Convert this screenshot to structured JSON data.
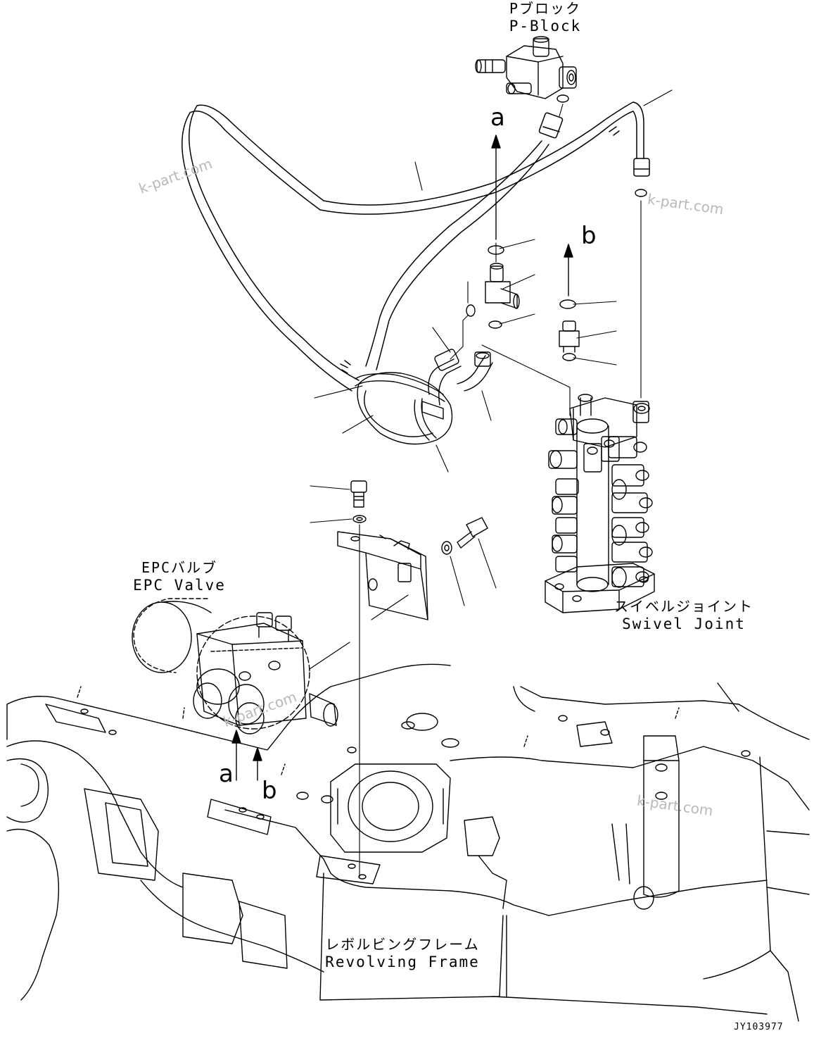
{
  "labels": {
    "p_block_jp": "Pブロック",
    "p_block_en": "P-Block",
    "epc_valve_jp": "EPCバルブ",
    "epc_valve_en": "EPC Valve",
    "swivel_joint_jp": "スイベルジョイント",
    "swivel_joint_en": "Swivel Joint",
    "revolving_frame_jp": "レボルビングフレーム",
    "revolving_frame_en": "Revolving Frame"
  },
  "flow_markers": {
    "a_top": "a",
    "b_top": "b",
    "a_bottom": "a",
    "b_bottom": "b"
  },
  "watermarks": [
    "k-part.com",
    "k-part.com",
    "k-part.com",
    "k-part.com"
  ],
  "drawing_code": "JY103977"
}
